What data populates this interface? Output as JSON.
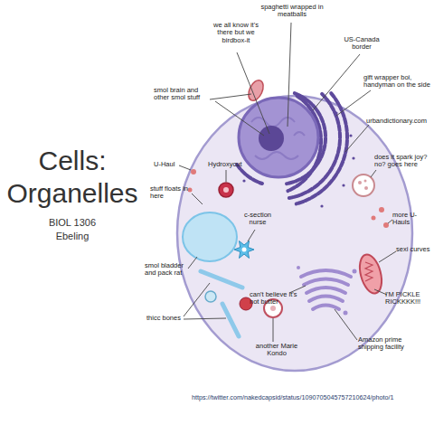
{
  "diagram": {
    "title": "Cells: Organelles",
    "labels": [
      "spaghetti wrapped in meatballs",
      "we all know it's there but we birdbox-it",
      "US-Canada border",
      "smol brain and other smol stuff",
      "gift wrapper boi, handyman on the side",
      "urbandictionary.com",
      "U-Haul",
      "Hydroxycut",
      "does it spark joy? no? goes here",
      "stuff floats in here",
      "c-section nurse",
      "more U-Hauls",
      "sexi curves",
      "smol bladder and pack rat",
      "can't believe it's not butter",
      "I'M PICKLE RICKKKK!!!",
      "thicc bones",
      "another Marie Kondo",
      "Amazon prime shipping facility",
      "BIOL 1306",
      "Ebeling",
      "https://twitter.com/nakedcapsid/status/1090705045757210624/photo/1"
    ]
  }
}
